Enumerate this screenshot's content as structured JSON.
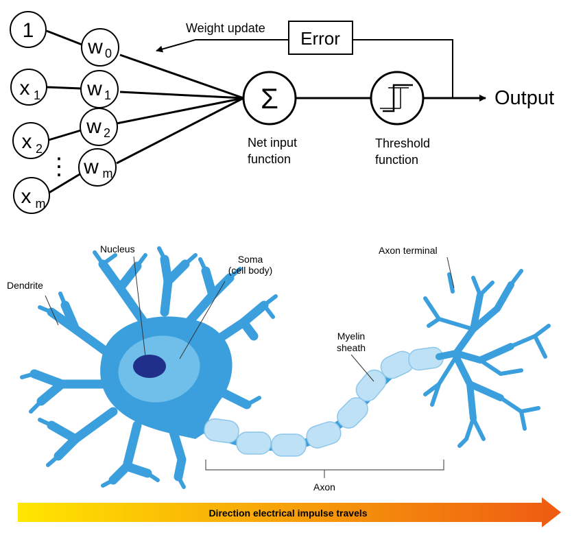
{
  "perceptron": {
    "inputs": [
      {
        "main": "1",
        "sub": ""
      },
      {
        "main": "x",
        "sub": "1"
      },
      {
        "main": "x",
        "sub": "2"
      },
      {
        "main": "x",
        "sub": "m"
      }
    ],
    "weights": [
      {
        "main": "w",
        "sub": "0"
      },
      {
        "main": "w",
        "sub": "1"
      },
      {
        "main": "w",
        "sub": "2"
      },
      {
        "main": "w",
        "sub": "m"
      }
    ],
    "ellipsis": "⋮",
    "sum_symbol": "Σ",
    "net_input_label": [
      "Net input",
      "function"
    ],
    "threshold_label": [
      "Threshold",
      "function"
    ],
    "error_label": "Error",
    "weight_update_label": "Weight update",
    "output_label": "Output"
  },
  "neuron": {
    "labels": {
      "nucleus": "Nucleus",
      "soma": [
        "Soma",
        "(cell body)"
      ],
      "dendrite": "Dendrite",
      "axon_terminal": "Axon terminal",
      "myelin": [
        "Myelin",
        "sheath"
      ],
      "axon": "Axon"
    },
    "direction_label": "Direction electrical impulse travels",
    "colors": {
      "cell": "#3a9fdc",
      "soma_inner": "#6fbfea",
      "nucleus": "#1f2f8a",
      "myelin": "#bfe1f5",
      "arrow_start": "#ffe600",
      "arrow_end": "#ee5a12"
    }
  }
}
